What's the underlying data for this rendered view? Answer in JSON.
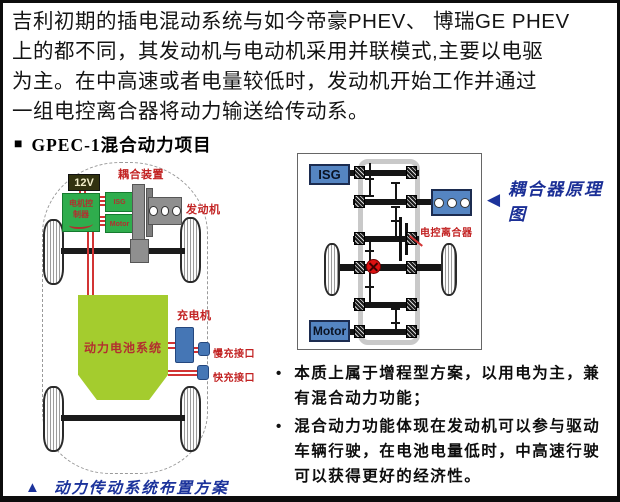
{
  "intro": {
    "lines": [
      "吉利初期的插电混动系统与如今帝豪PHEV、 博瑞GE PHEV",
      "上的都不同，其发动机与电动机采用并联模式,主要以电驱",
      "为主。在中高速或者电量较低时，发动机开始工作并通过",
      "一组电控离合器将动力输送给传动系。"
    ]
  },
  "section_header": {
    "marker": "■",
    "title": "GPEC-1混合动力项目"
  },
  "left_diagram": {
    "labels": {
      "battery_12v": "12V",
      "coupling_device": "耦合装置",
      "engine": "发动机",
      "controller_line1": "电机控",
      "controller_line2": "制器",
      "gen_box": "ISG",
      "motor_box": "Motor",
      "battery_system": "动力电池系统",
      "charger": "充电机",
      "slow_charge_port": "慢充接口",
      "fast_charge_port": "快充接口"
    },
    "caption": {
      "marker": "▲",
      "text": "动力传动系统布置方案"
    }
  },
  "right_diagram": {
    "labels": {
      "isg": "ISG",
      "motor": "Motor",
      "clutch": "电控离合器"
    },
    "title": {
      "marker": "◀",
      "text": "耦合器原理图"
    }
  },
  "notes": {
    "marker": "•",
    "items": [
      "本质上属于增程型方案，以用电为主，兼有混合动力功能；",
      "混合动力功能体现在发动机可以参与驱动车辆行驶，在电池电量低时，中高速行驶可以获得更好的经济性。"
    ]
  },
  "colors": {
    "accent_red": "#c22222",
    "component_green": "#2fad4d",
    "battery_green": "#a4cc2e",
    "box_blue": "#5585c2",
    "caption_blue": "#1c339b"
  }
}
